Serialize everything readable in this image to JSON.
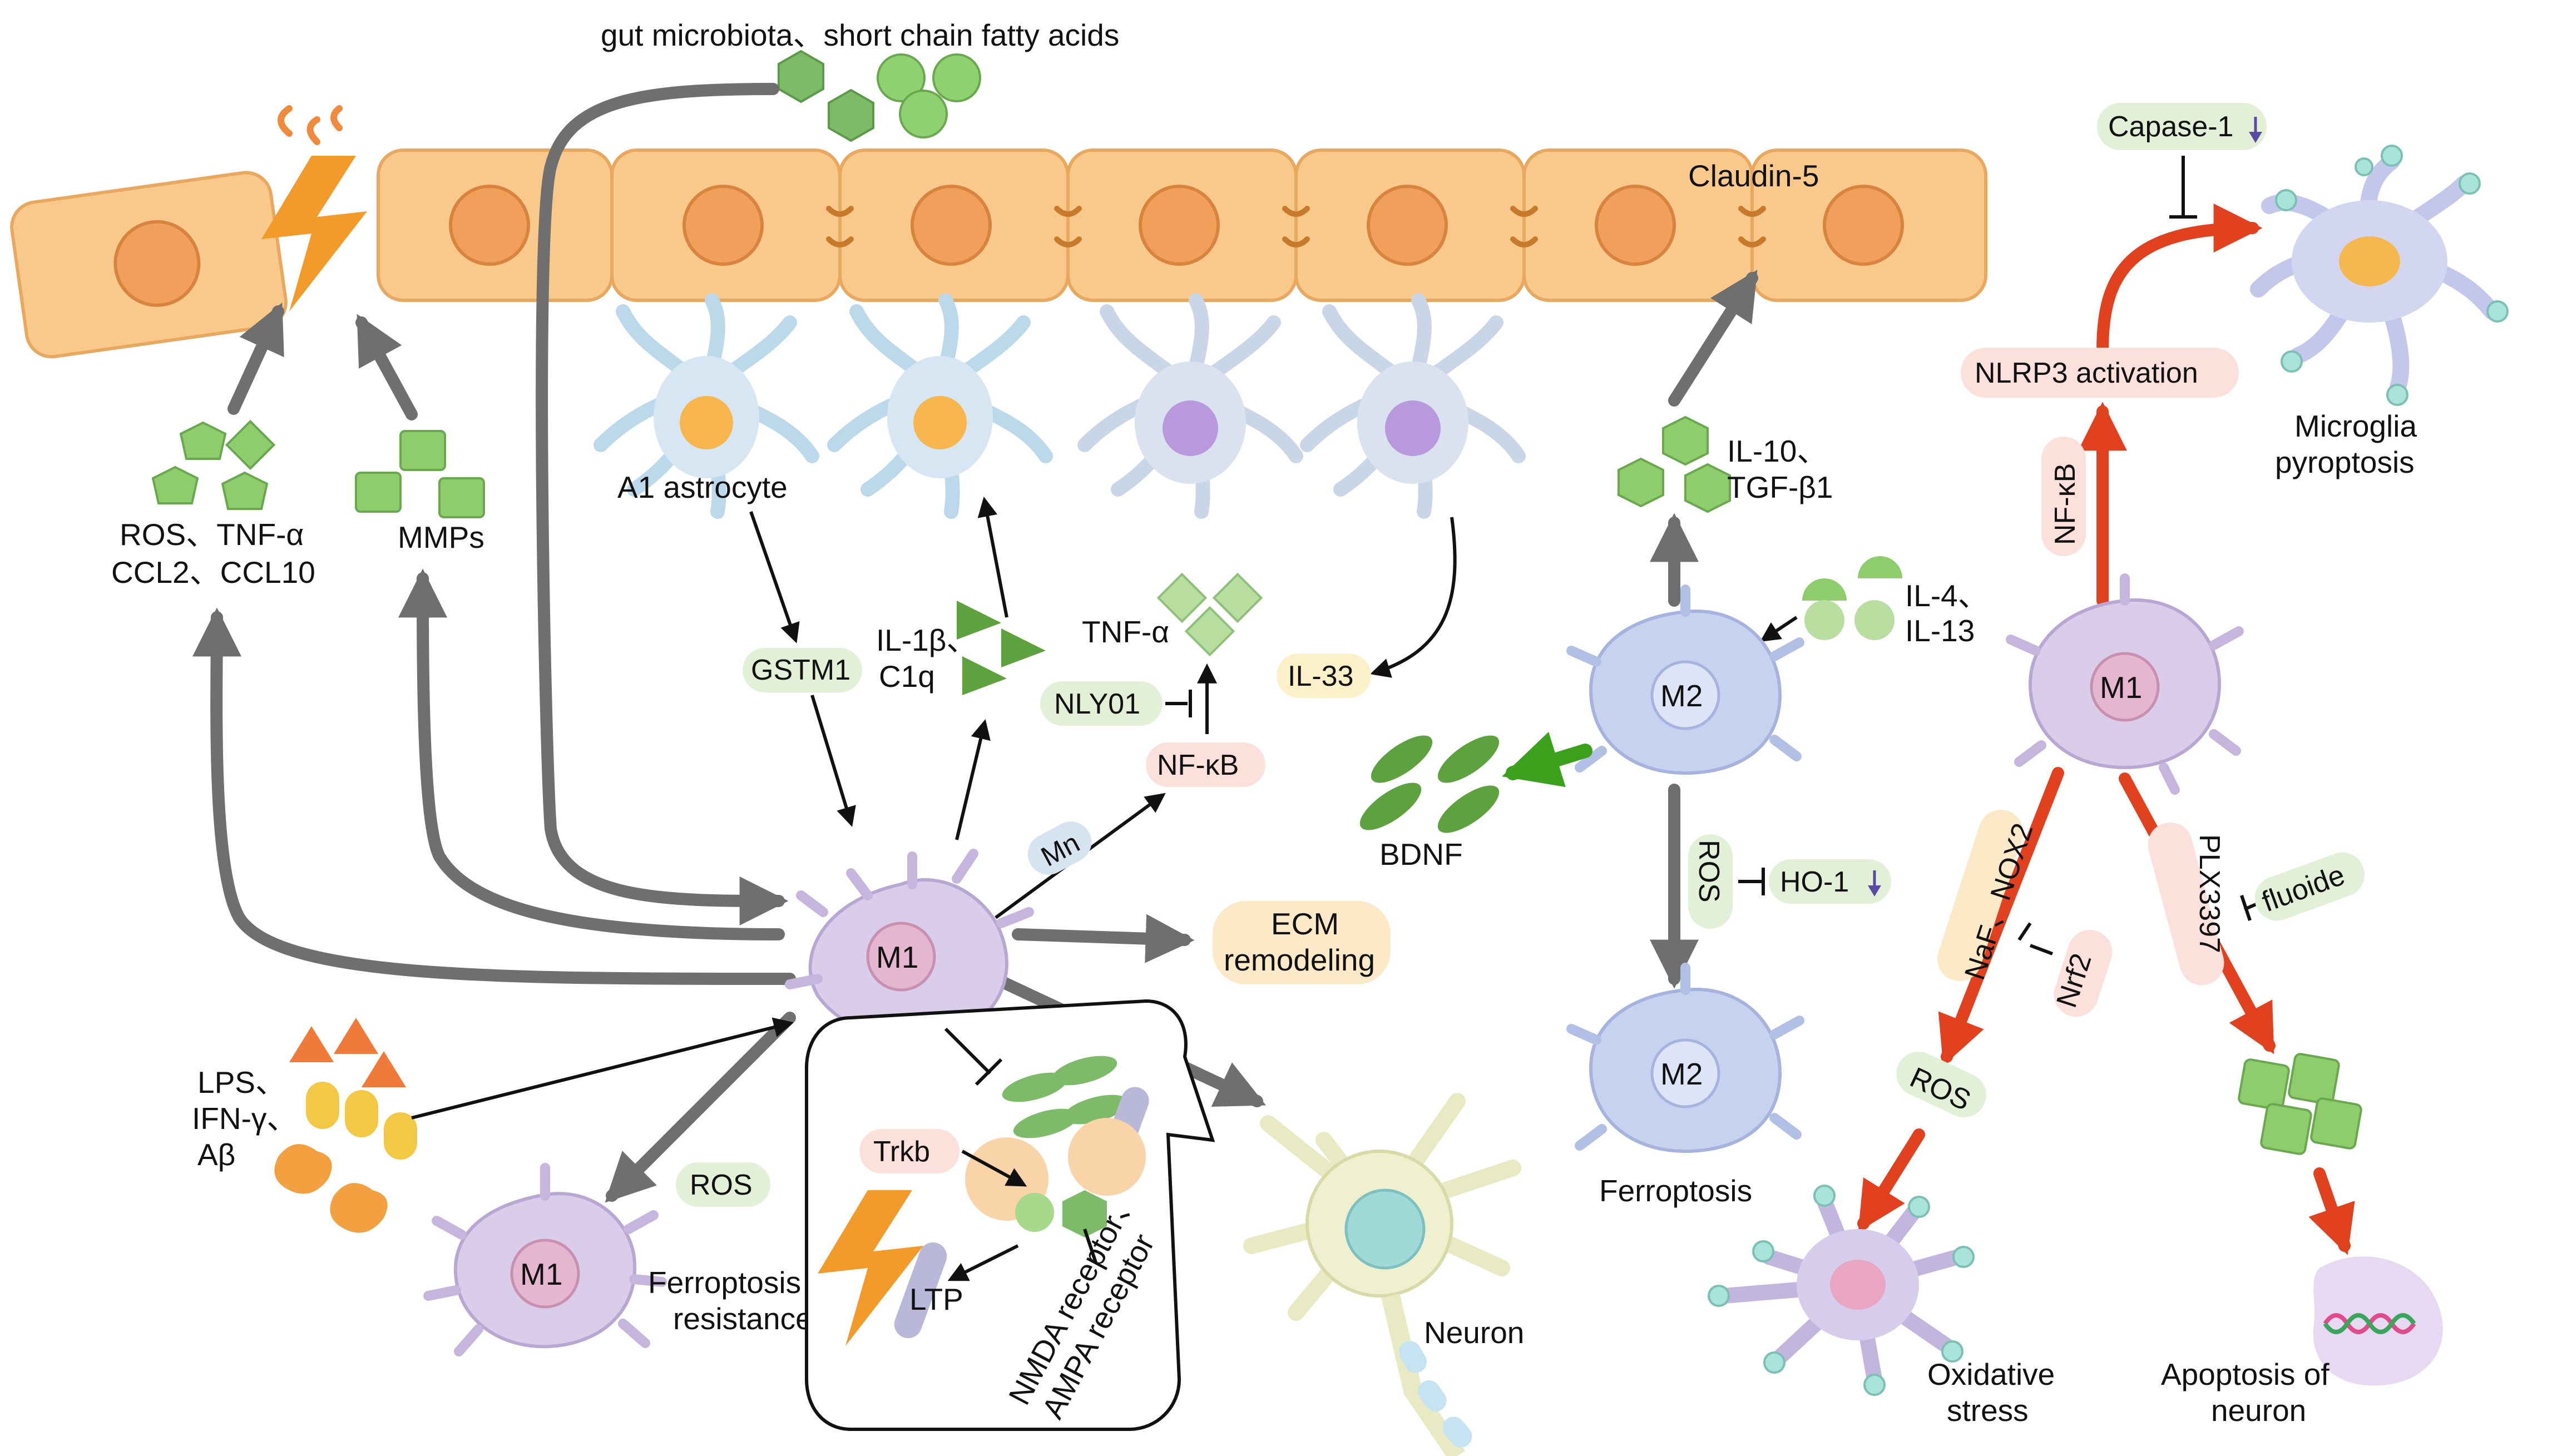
{
  "labels": {
    "gut": "gut microbiota、short chain fatty acids",
    "claudin5": "Claudin-5",
    "capase1": "Capase-1",
    "nlrp3": "NLRP3 activation",
    "microglia_pyro_1": "Microglia",
    "microglia_pyro_2": "pyroptosis",
    "a1_astrocyte": "A1 astrocyte",
    "ros_tnf_1": "ROS、TNF-α",
    "ros_tnf_2": "CCL2、CCL10",
    "mmps": "MMPs",
    "gstm1": "GSTM1",
    "il1b": "IL-1β、",
    "c1q": "C1q",
    "tnfa_center": "TNF-α",
    "nly01": "NLY01",
    "nfkb_center": "NF-κB",
    "il33": "IL-33",
    "il10_1": "IL-10、",
    "il10_2": "TGF-β1",
    "il4_1": "IL-4、",
    "il4_2": "IL-13",
    "m2_top": "M2",
    "m2_bottom": "M2",
    "ferroptosis_right": "Ferroptosis",
    "bdnf": "BDNF",
    "ros_vertical": "ROS",
    "ho1": "HO-1",
    "mn": "Mn",
    "m1_center": "M1",
    "ecm_1": "ECM",
    "ecm_2": "remodeling",
    "lps_1": "LPS、",
    "lps_2": "IFN-γ、",
    "lps_3": "Aβ",
    "m1_bottom": "M1",
    "ferro_resist_1": "Ferroptosis",
    "ferro_resist_2": "resistance",
    "ros_bottom": "ROS",
    "trkb": "Trkb",
    "ltp": "LTP",
    "nmda_1": "NMDA receptor、",
    "nmda_2": "AMPA receptor",
    "neuron": "Neuron",
    "m1_right": "M1",
    "nfkb_right": "NF-κB",
    "naf_nox2": "NaF、NOX2",
    "nrf2": "Nrf2",
    "plx": "PLX3397",
    "fluoide": "fluoide",
    "ros_right": "ROS",
    "oxidative_1": "Oxidative",
    "oxidative_2": "stress",
    "apoptosis_1": "Apoptosis of",
    "apoptosis_2": "neuron"
  },
  "colors": {
    "endothelial": "#f8c98a",
    "nucleus": "#f0a05a",
    "astrocyte": "#bcd9ec",
    "microglia_m1": "#d9cdea",
    "microglia_m2": "#c7d2ef",
    "green_particle": "#7dbb68",
    "orange_particle": "#f08a3c",
    "yellow_particle": "#f3c844",
    "arrow_grey": "#6f6f6f",
    "arrow_red": "#e2411f",
    "arrow_green": "#3ba11d",
    "neuron": "#eef0cf",
    "pill_green": "#e3f0d8",
    "pill_pink": "#fbe0dc",
    "pill_yellow": "#fbf0c8"
  }
}
